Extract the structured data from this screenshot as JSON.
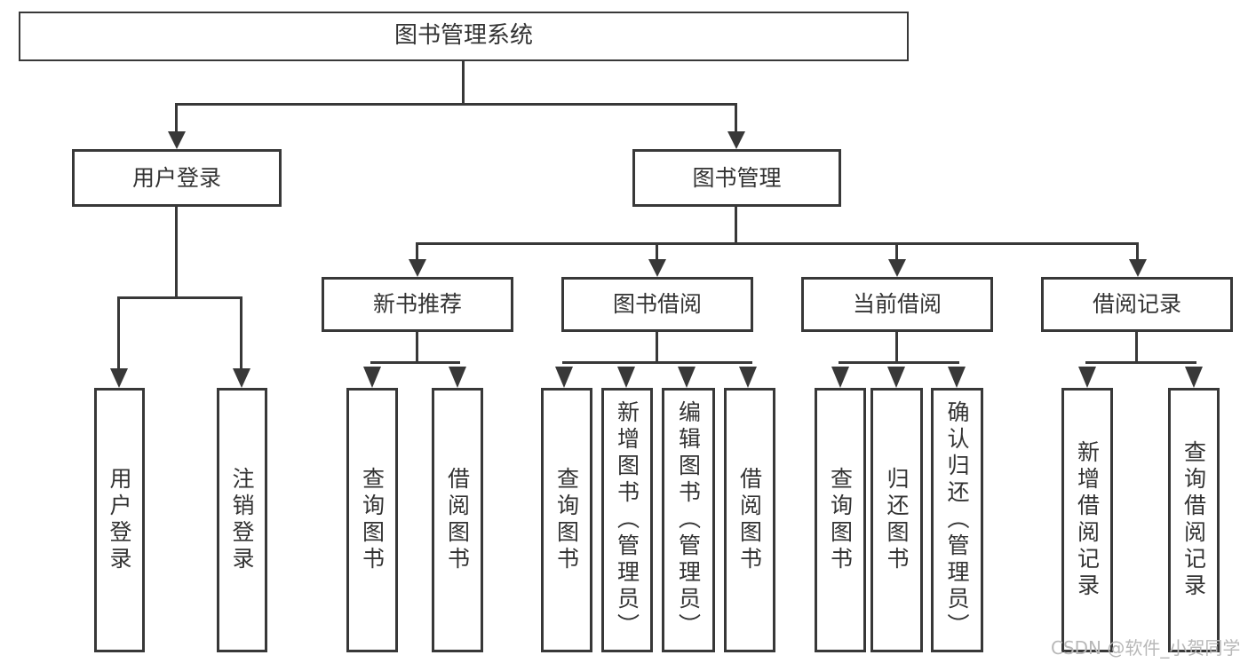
{
  "tree": {
    "label": "图书管理系统",
    "children": [
      {
        "label": "用户登录",
        "children": [
          {
            "label": "用户登录"
          },
          {
            "label": "注销登录"
          }
        ]
      },
      {
        "label": "图书管理",
        "children": [
          {
            "label": "新书推荐",
            "children": [
              {
                "label": "查询图书"
              },
              {
                "label": "借阅图书"
              }
            ]
          },
          {
            "label": "图书借阅",
            "children": [
              {
                "label": "查询图书"
              },
              {
                "label": "新增图书（管理员）"
              },
              {
                "label": "编辑图书（管理员）"
              },
              {
                "label": "借阅图书"
              }
            ]
          },
          {
            "label": "当前借阅",
            "children": [
              {
                "label": "查询图书"
              },
              {
                "label": "归还图书"
              },
              {
                "label": "确认归还（管理员）"
              }
            ]
          },
          {
            "label": "借阅记录",
            "children": [
              {
                "label": "新增借阅记录"
              },
              {
                "label": "查询借阅记录"
              }
            ]
          }
        ]
      }
    ]
  },
  "watermark": "CSDN @软件_小贺同学",
  "colors": {
    "line": "#383838",
    "text": "#333333",
    "watermark": "#b8b8b8",
    "background": "#ffffff"
  }
}
